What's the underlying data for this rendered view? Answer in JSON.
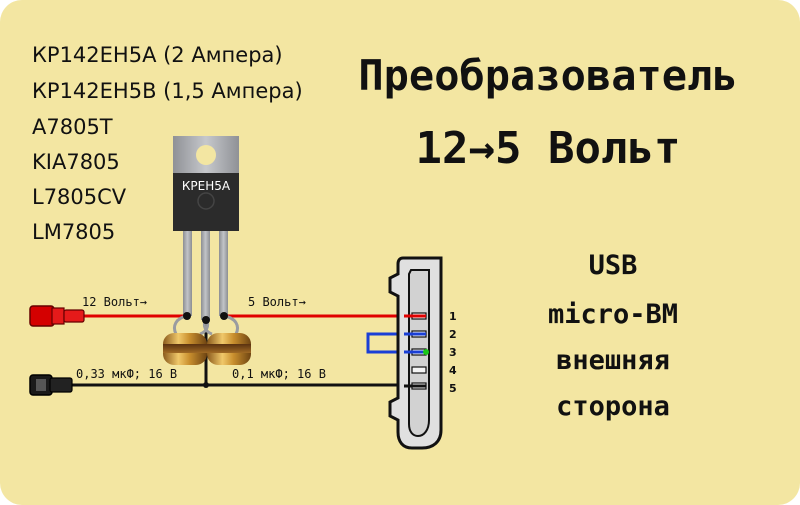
{
  "colors": {
    "background": "#f3e6a2",
    "wire_plus": "#e00000",
    "wire_ground": "#111111",
    "bridge": "#1a3fd6",
    "green_dot": "#19c819",
    "metal_tab": "#a9abb0",
    "chip_body": "#2b2b2b"
  },
  "parts_list": [
    "КР142ЕН5А (2 Ампера)",
    "КР142ЕН5В (1,5 Ампера)",
    "A7805T",
    "KIA7805",
    "L7805CV",
    "LM7805"
  ],
  "title": {
    "line1": "Преобразователь",
    "line2": "12→5 Вольт"
  },
  "usb": {
    "line1": "USB",
    "line2": "micro-BM",
    "line3": "внешняя",
    "line4": "сторона",
    "pins": [
      "1",
      "2",
      "3",
      "4",
      "5"
    ]
  },
  "chip_label": "КРЕН5А",
  "labels": {
    "input_voltage": "12 Вольт→",
    "output_voltage": "5 Вольт→",
    "cap_in": "0,33 мкФ; 16 В",
    "cap_out": "0,1 мкФ; 16 В"
  },
  "icons": [
    "red-plug-icon",
    "black-plug-icon",
    "mounting-hole-icon"
  ]
}
